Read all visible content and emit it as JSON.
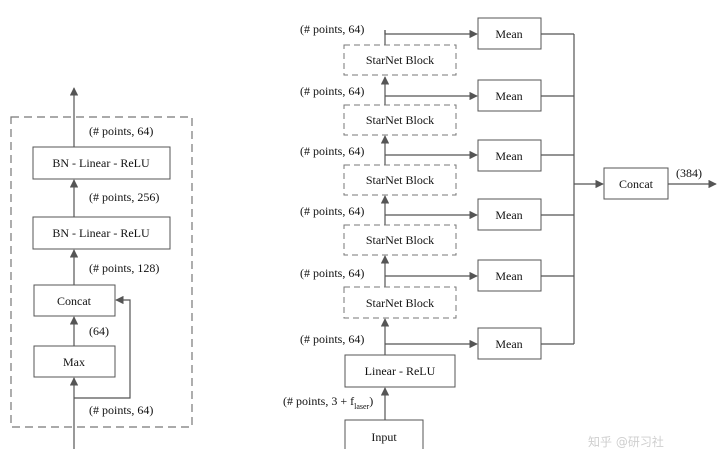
{
  "colors": {
    "stroke": "#555555",
    "dashed": "#777777",
    "text": "#111111",
    "watermark": "#cfcfcf"
  },
  "left_diagram": {
    "boxes": {
      "bn_top": "BN - Linear - ReLU",
      "bn_mid": "BN - Linear - ReLU",
      "concat": "Concat",
      "max": "Max"
    },
    "labels": {
      "out": "(# points, 64)",
      "mid": "(# points, 256)",
      "concat_out": "(# points, 128)",
      "max_out": "(64)",
      "in": "(# points, 64)"
    }
  },
  "right_diagram": {
    "input_label": "Input",
    "input_dims_prefix": "(# points, 3 + f",
    "input_dims_sub": "laser",
    "input_dims_suffix": ")",
    "linear_relu": "Linear - ReLU",
    "starnet_block": "StarNet Block",
    "mean": "Mean",
    "points_64": "(# points, 64)",
    "concat": "Concat",
    "concat_out": "(384)"
  },
  "watermark": "知乎 @研习社"
}
